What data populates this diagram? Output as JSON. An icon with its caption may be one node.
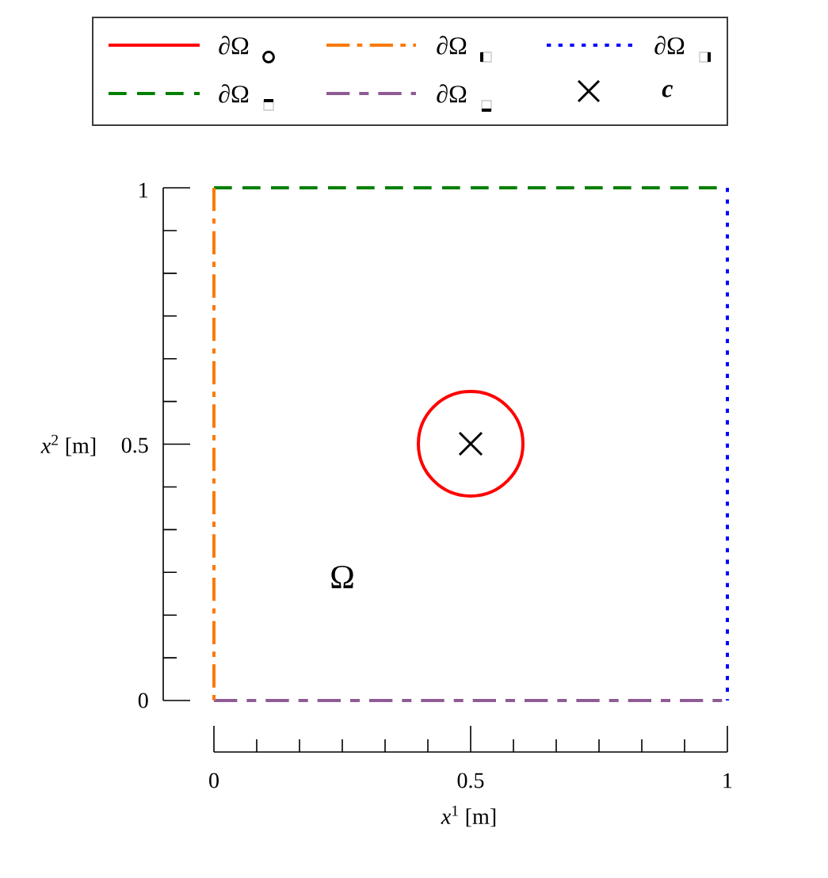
{
  "diagram": {
    "labels": [
      "1",
      "*x*$^{2}$ [m]",
      "0.5",
      "Ω",
      "0",
      "0",
      "0.5",
      "1",
      "*x*$^{1}$ [m]"
    ],
    "legend": [
      {
        "text": "∂Ω"
      },
      {
        "text": "∂Ω"
      },
      {
        "text": "∂Ω"
      },
      {
        "text": "∂Ω"
      },
      {
        "text": "∂Ω"
      },
      {
        "text": "c"
      }
    ]
  }
}
